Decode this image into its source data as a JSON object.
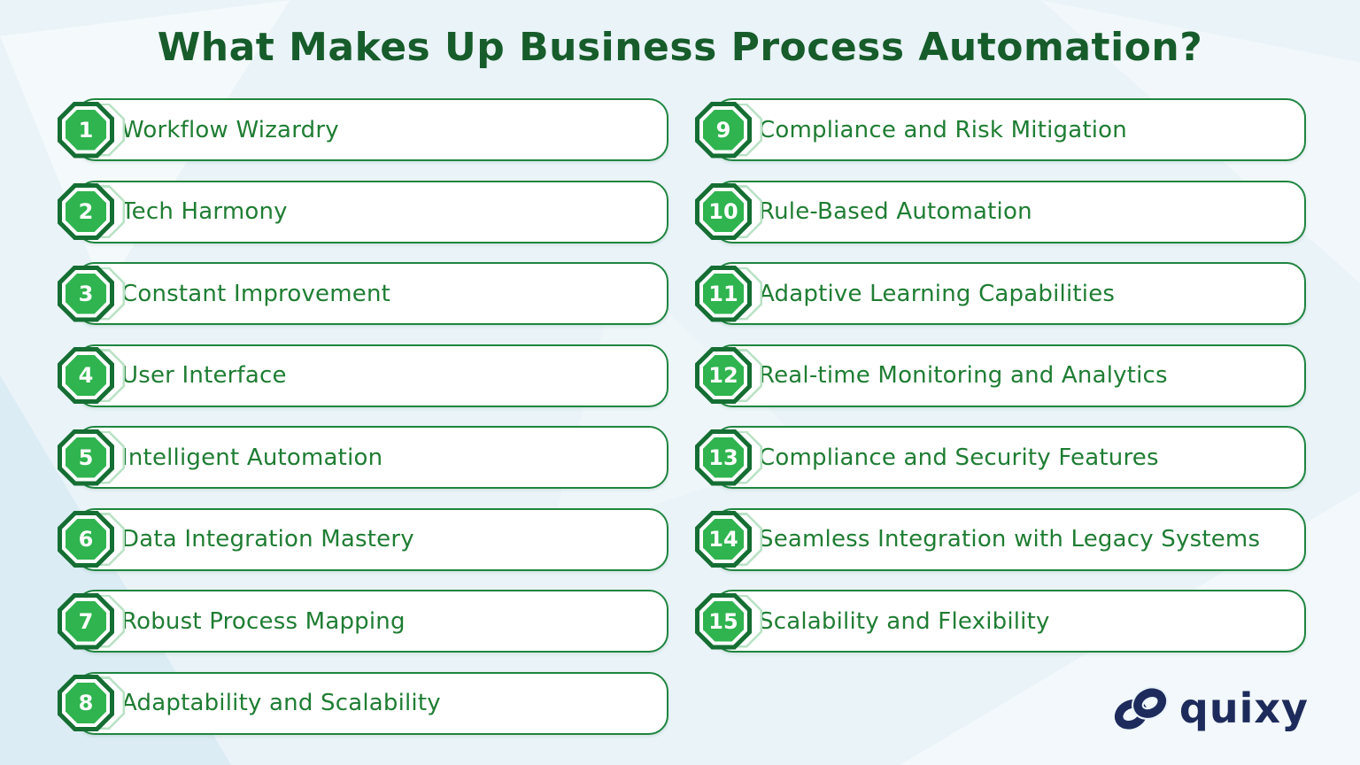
{
  "title": "What Makes Up Business Process Automation?",
  "items": [
    {
      "number": "1",
      "label": "Workflow Wizardry"
    },
    {
      "number": "2",
      "label": "Tech Harmony"
    },
    {
      "number": "3",
      "label": "Constant Improvement"
    },
    {
      "number": "4",
      "label": "User Interface"
    },
    {
      "number": "5",
      "label": "Intelligent Automation"
    },
    {
      "number": "6",
      "label": "Data Integration Mastery"
    },
    {
      "number": "7",
      "label": "Robust Process Mapping"
    },
    {
      "number": "8",
      "label": "Adaptability and Scalability"
    },
    {
      "number": "9",
      "label": "Compliance and Risk Mitigation"
    },
    {
      "number": "10",
      "label": "Rule-Based Automation"
    },
    {
      "number": "11",
      "label": "Adaptive Learning Capabilities"
    },
    {
      "number": "12",
      "label": "Real-time Monitoring and Analytics"
    },
    {
      "number": "13",
      "label": "Compliance and Security Features"
    },
    {
      "number": "14",
      "label": "Seamless Integration with Legacy Systems"
    },
    {
      "number": "15",
      "label": "Scalability and Flexibility"
    }
  ],
  "logo": {
    "text": "quixy",
    "mark": "infinity-link-mark"
  },
  "colors": {
    "background": "#e9f3f8",
    "title_green": "#175c2b",
    "item_text_green": "#1f7d33",
    "row_border_green": "#1f8540",
    "badge_bright_green": "#2fb44f",
    "badge_dark_green": "#156e33",
    "logo_navy": "#1d2b5c"
  }
}
